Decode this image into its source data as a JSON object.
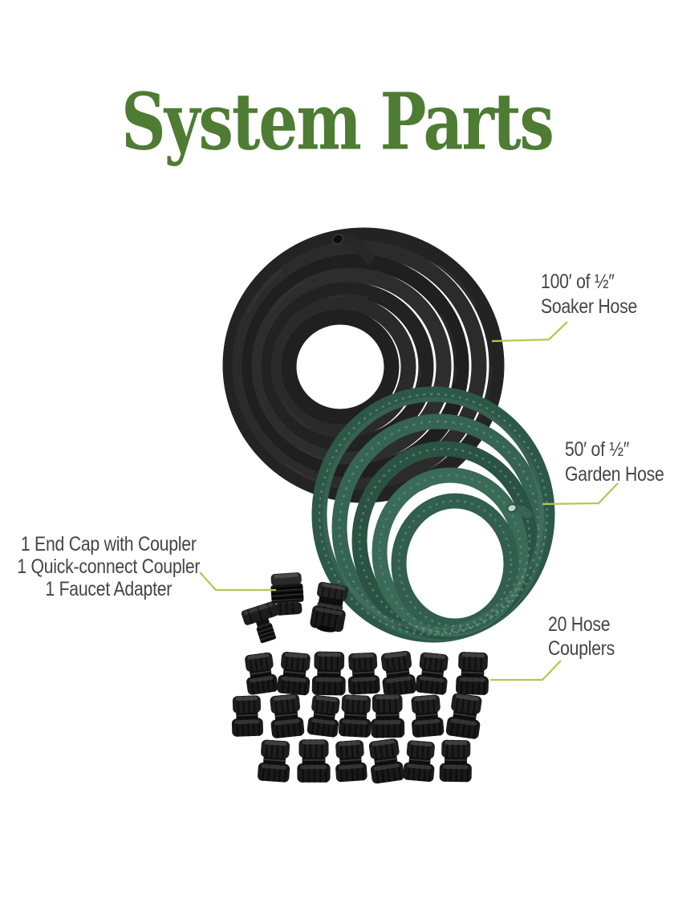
{
  "title": {
    "text": "System Parts"
  },
  "callouts": {
    "soaker_hose": {
      "lines": [
        "100′ of ½″",
        "Soaker Hose"
      ]
    },
    "garden_hose": {
      "lines": [
        "50′ of ½″",
        "Garden Hose"
      ]
    },
    "fittings": {
      "lines": [
        "1 End Cap with Coupler",
        "1 Quick-connect Coupler",
        "1 Faucet Adapter"
      ]
    },
    "hose_couplers": {
      "lines": [
        "20 Hose",
        "Couplers"
      ]
    }
  },
  "illustration": {
    "soaker_hose": "coiled black soaker hose",
    "garden_hose": "coiled green garden hose",
    "coupler_count": 20,
    "coupler_rows": [
      7,
      7,
      6
    ]
  },
  "colors": {
    "page_bg": "#ffffff",
    "title_green": "#4e7c33",
    "label_gray": "#454545",
    "leader_line": "#b5c754",
    "hose_black": "#262626",
    "hose_green": "#2f5c4c"
  }
}
